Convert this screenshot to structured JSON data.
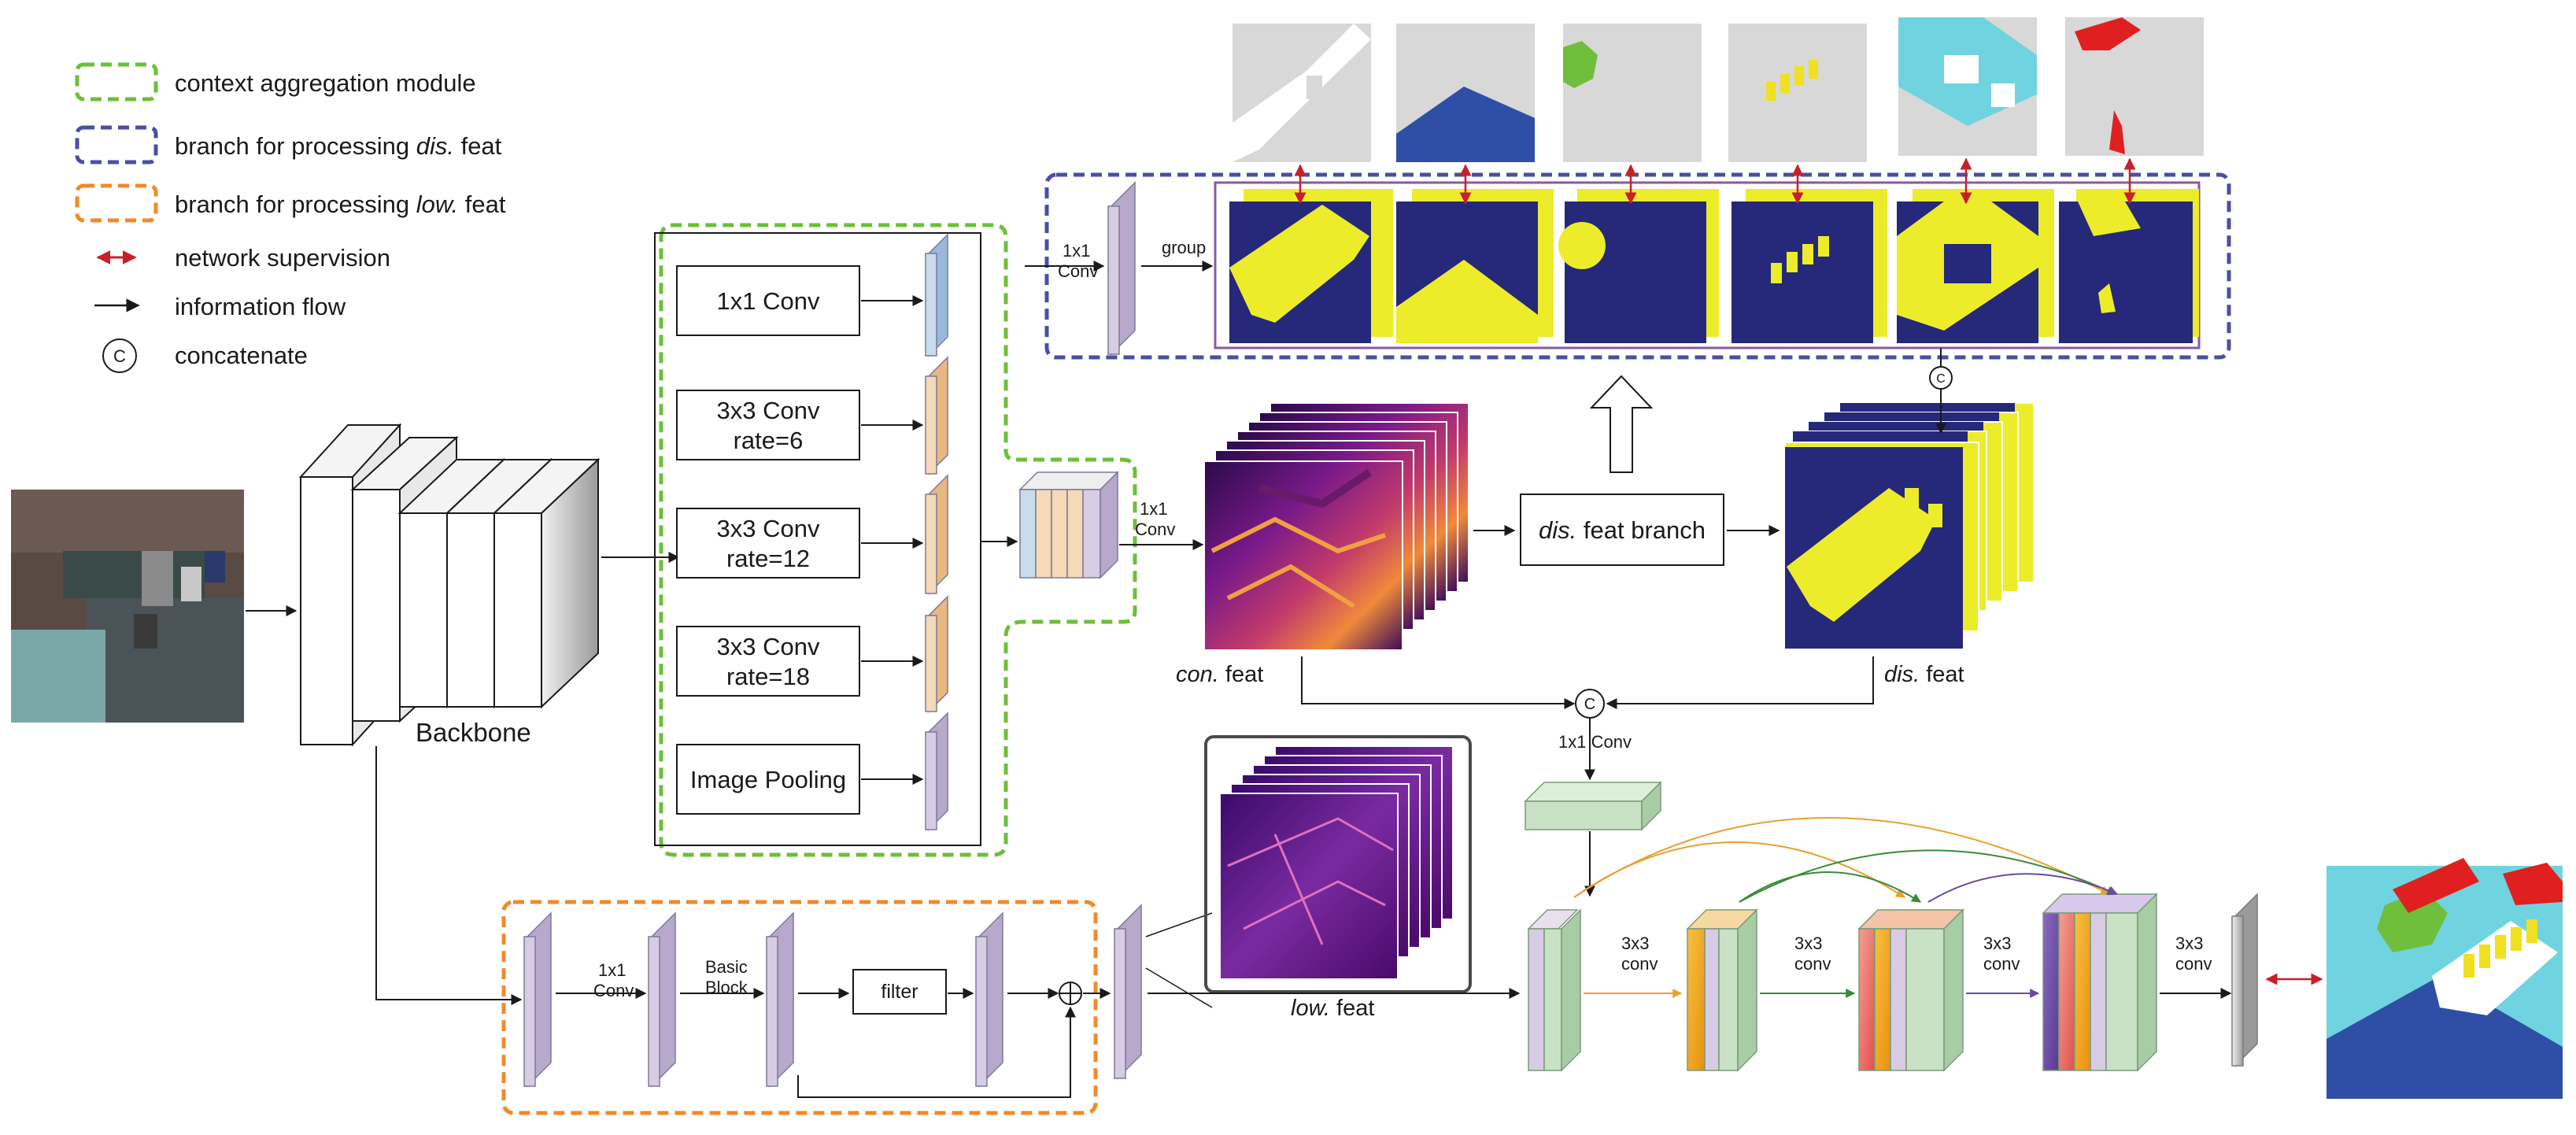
{
  "legend": {
    "items": [
      {
        "label": "context aggregation module",
        "italic": ""
      },
      {
        "label": "branch for processing ",
        "italic": "dis.",
        "suffix": " feat"
      },
      {
        "label": "branch for processing ",
        "italic": "low.",
        "suffix": " feat"
      },
      {
        "label": "network supervision",
        "italic": ""
      },
      {
        "label": "information flow",
        "italic": ""
      },
      {
        "label": "concatenate",
        "italic": ""
      }
    ],
    "concat_symbol": "C"
  },
  "backbone": {
    "label": "Backbone"
  },
  "aspp": {
    "ops": [
      {
        "line1": "1x1 Conv",
        "line2": ""
      },
      {
        "line1": "3x3 Conv",
        "line2": "rate=6"
      },
      {
        "line1": "3x3 Conv",
        "line2": "rate=12"
      },
      {
        "line1": "3x3 Conv",
        "line2": "rate=18"
      },
      {
        "line1": "Image Pooling",
        "line2": ""
      }
    ]
  },
  "labels": {
    "conv1x1_l1": "1x1",
    "conv1x1_l2": "Conv",
    "group": "group",
    "con_feat_italic": "con.",
    "con_feat_suffix": " feat",
    "dis_branch_italic": "dis.",
    "dis_branch_suffix": " feat branch",
    "dis_feat_italic": "dis.",
    "dis_feat_suffix": " feat",
    "low_feat_italic": "low.",
    "low_feat_suffix": " feat",
    "conv1x1_concat": "1x1 Conv",
    "basic_l1": "Basic",
    "basic_l2": "Block",
    "filter": "filter",
    "conv3x3_l1": "3x3",
    "conv3x3_l2": "conv"
  },
  "colors": {
    "green_dash": "#6cbf3a",
    "blue_dash": "#4a4fa0",
    "orange_dash": "#f08a2a",
    "supervision": "#c8202a",
    "navy": "#26287a",
    "yellow": "#ecec2a",
    "purple_layer": "#d8cce4",
    "blue_layer": "#c9dcee",
    "orange_layer": "#f6d9b6",
    "green_layer": "#c9e2c6",
    "gray_layer": "#cfcfcf",
    "map_cyan": "#6fd4df",
    "map_red": "#e02020",
    "map_blue": "#2f4fa6",
    "map_green": "#6fbe3c"
  }
}
